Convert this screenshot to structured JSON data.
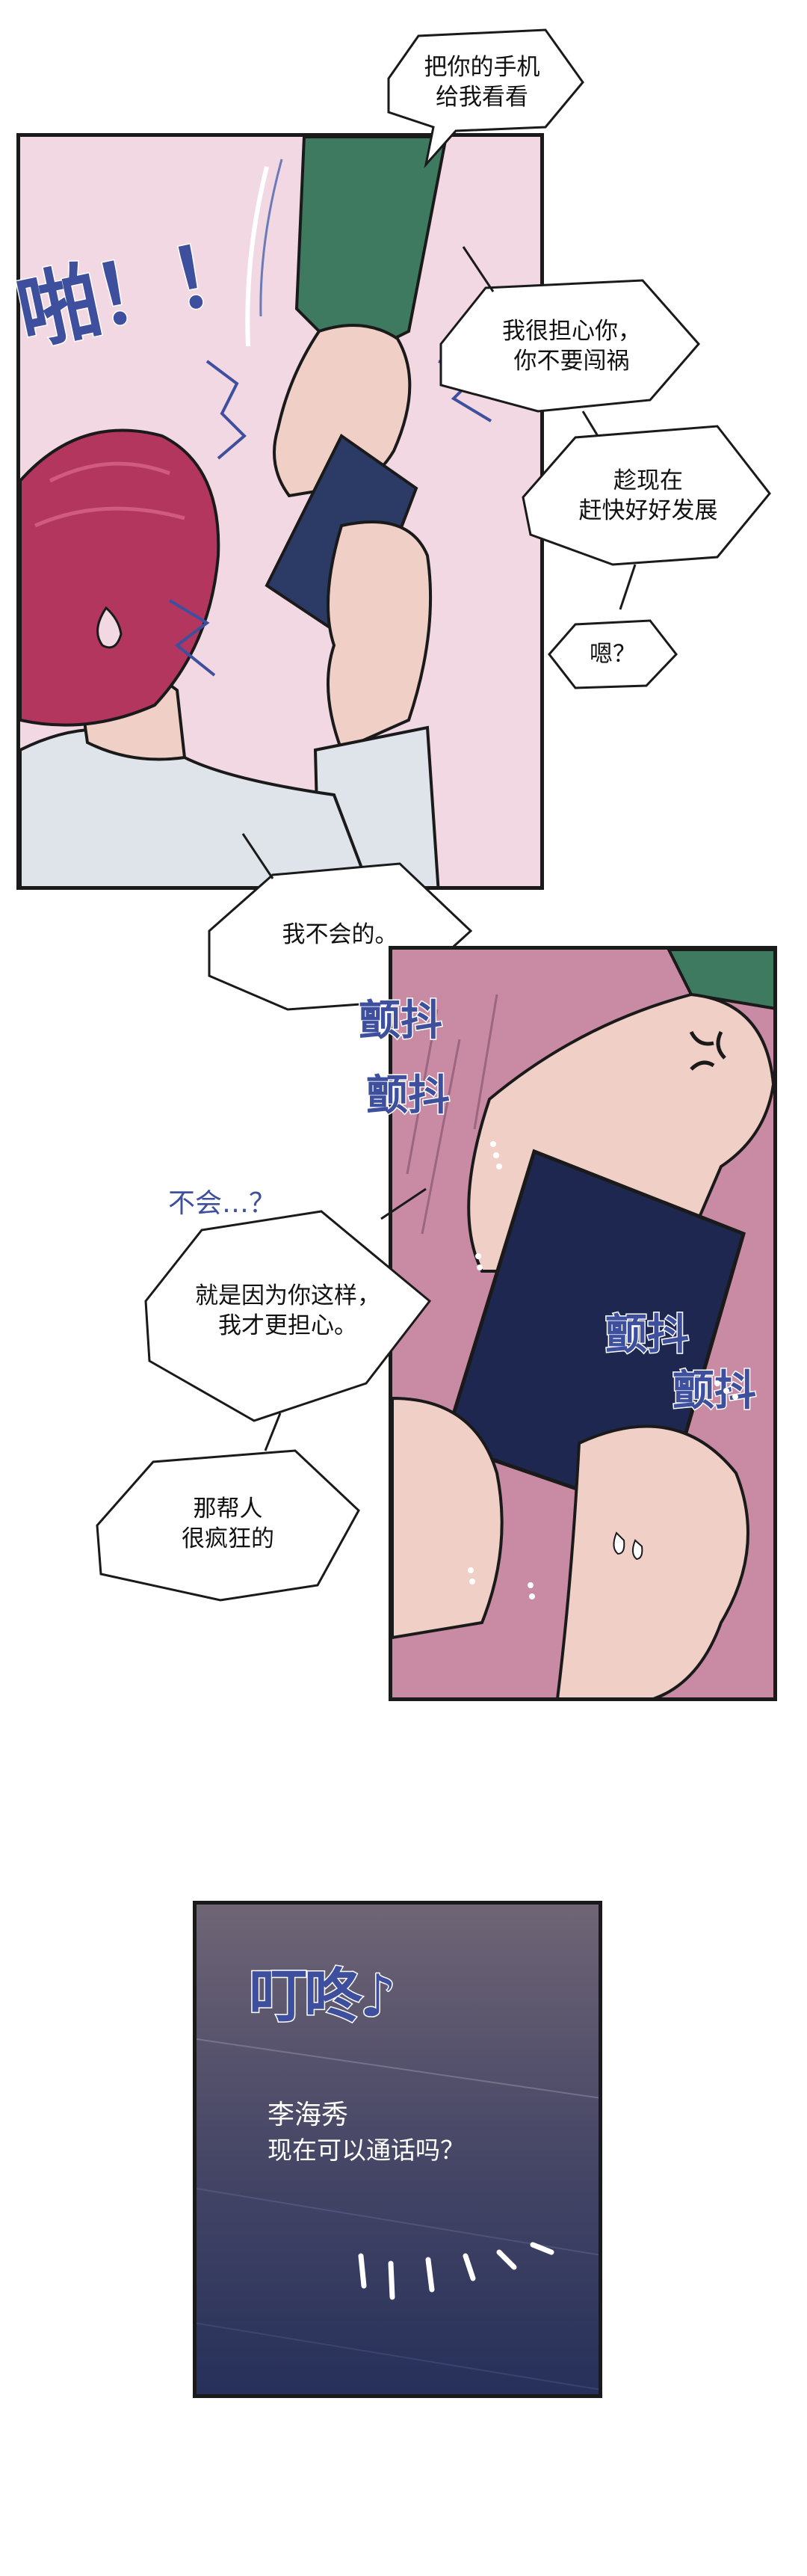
{
  "panel1": {
    "sfx": "啪！！",
    "bubbles": {
      "give_phone": [
        "把你的手机",
        "给我看看"
      ],
      "worried": [
        "我很担心你，",
        "你不要闯祸"
      ],
      "develop": [
        "趁现在",
        "赶快好好发展"
      ],
      "hm": "嗯？",
      "wont": "我不会的。"
    }
  },
  "panel2": {
    "sfx_shake_1": "颤抖",
    "sfx_shake_2": "颤抖",
    "sfx_shake_3": "颤抖",
    "sfx_shake_4": "颤抖",
    "no_way": "不会…？",
    "bubbles": {
      "because": [
        "就是因为你这样，",
        "我才更担心。"
      ],
      "crazy": [
        "那帮人",
        "很疯狂的"
      ]
    }
  },
  "panel3": {
    "sfx": "叮咚♪",
    "caller": "李海秀",
    "message": "现在可以通话吗？"
  },
  "colors": {
    "panel1_bg": "#f2d8e2",
    "panel2_bg": "#c98aa3",
    "phone_top": "#6f6575",
    "phone_bottom": "#26305a",
    "sfx_blue": "#3e4f9e",
    "sleeve_green": "#3e7a5f",
    "hair_red": "#b3365f"
  }
}
